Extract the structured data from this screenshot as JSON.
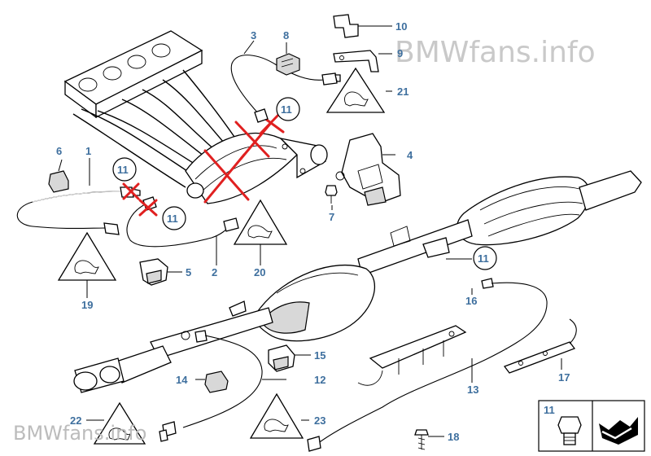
{
  "watermarks": {
    "top": "BMWfans.info",
    "bottom": "BMWfans.info"
  },
  "callouts": [
    {
      "id": "c10",
      "text": "10"
    },
    {
      "id": "c3",
      "text": "3"
    },
    {
      "id": "c8",
      "text": "8"
    },
    {
      "id": "c9",
      "text": "9"
    },
    {
      "id": "c21",
      "text": "21"
    },
    {
      "id": "c11a",
      "text": "11"
    },
    {
      "id": "c6",
      "text": "6"
    },
    {
      "id": "c1",
      "text": "1"
    },
    {
      "id": "c11b",
      "text": "11"
    },
    {
      "id": "c4",
      "text": "4"
    },
    {
      "id": "c11c",
      "text": "11"
    },
    {
      "id": "c7",
      "text": "7"
    },
    {
      "id": "c5",
      "text": "5"
    },
    {
      "id": "c2",
      "text": "2"
    },
    {
      "id": "c20",
      "text": "20"
    },
    {
      "id": "c19",
      "text": "19"
    },
    {
      "id": "c11d",
      "text": "11"
    },
    {
      "id": "c16",
      "text": "16"
    },
    {
      "id": "c15",
      "text": "15"
    },
    {
      "id": "c14",
      "text": "14"
    },
    {
      "id": "c12",
      "text": "12"
    },
    {
      "id": "c13",
      "text": "13"
    },
    {
      "id": "c17",
      "text": "17"
    },
    {
      "id": "c22",
      "text": "22"
    },
    {
      "id": "c23",
      "text": "23"
    },
    {
      "id": "c18",
      "text": "18"
    },
    {
      "id": "c11e",
      "text": "11"
    }
  ],
  "colors": {
    "callout": "#3e6f9e",
    "strike_mark": "#e02020",
    "watermark": "#c9c9c9"
  }
}
